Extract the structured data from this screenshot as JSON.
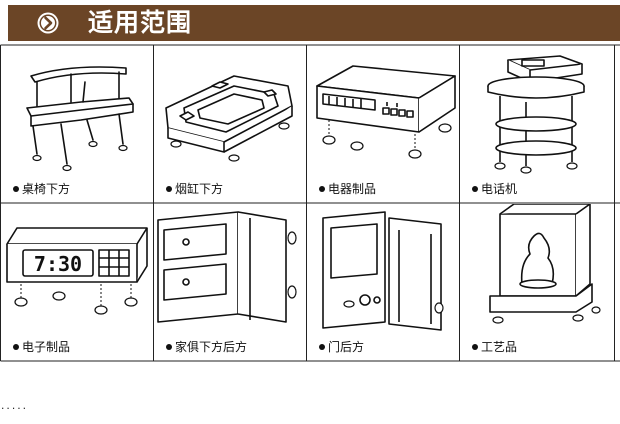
{
  "header": {
    "title": "适用范围",
    "icon": "circle-chevron-right-icon",
    "background_color": "#6b4526"
  },
  "items": [
    {
      "label": "桌椅下方",
      "icon": "chair-icon"
    },
    {
      "label": "烟缸下方",
      "icon": "ashtray-icon"
    },
    {
      "label": "电器制品",
      "icon": "stereo-amplifier-icon"
    },
    {
      "label": "电话机",
      "icon": "telephone-table-icon"
    },
    {
      "label": "电子制品",
      "icon": "digital-clock-icon"
    },
    {
      "label": "家俱下方后方",
      "icon": "drawer-cabinet-icon"
    },
    {
      "label": "门后方",
      "icon": "safe-door-icon"
    },
    {
      "label": "工艺品",
      "icon": "display-case-icon"
    }
  ],
  "footer": {
    "dots": "....."
  }
}
